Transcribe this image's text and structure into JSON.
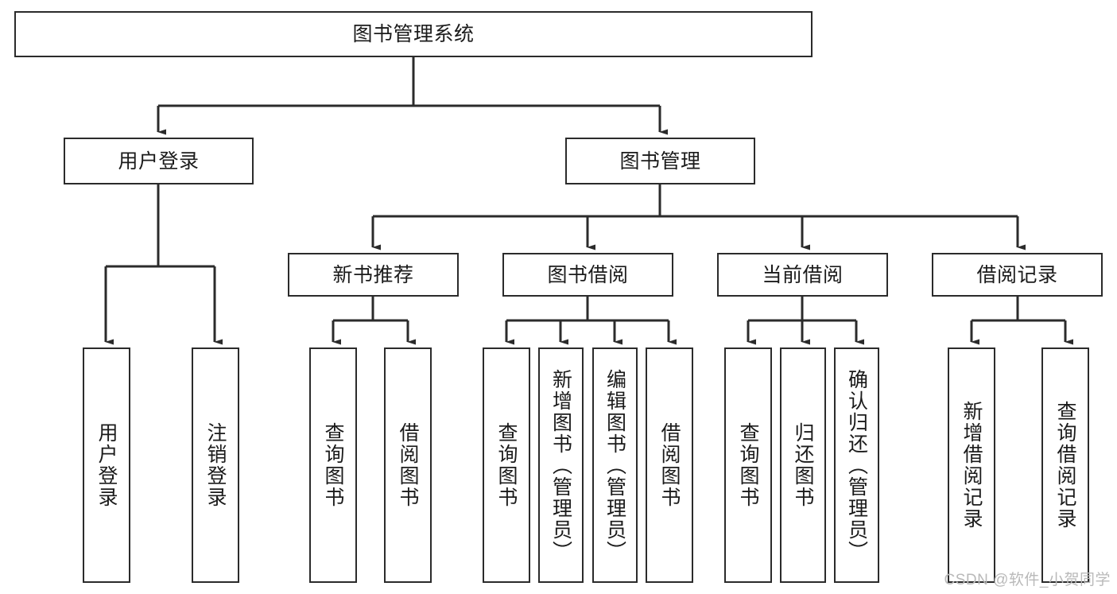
{
  "diagram": {
    "title": "图书管理系统",
    "watermark": "CSDN @软件_小贺同学",
    "colors": {
      "stroke": "#2b2b2b",
      "background": "#ffffff",
      "text": "#1b1b1b",
      "watermark": "#b9b9b9"
    },
    "root": {
      "label": "图书管理系统"
    },
    "level1": [
      {
        "label": "用户登录"
      },
      {
        "label": "图书管理"
      }
    ],
    "level2": [
      {
        "label": "新书推荐"
      },
      {
        "label": "图书借阅"
      },
      {
        "label": "当前借阅"
      },
      {
        "label": "借阅记录"
      }
    ],
    "leaves": {
      "user_login": [
        {
          "label": "用户登录"
        },
        {
          "label": "注销登录"
        }
      ],
      "new_book_recommend": [
        {
          "label": "查询图书"
        },
        {
          "label": "借阅图书"
        }
      ],
      "book_borrow": [
        {
          "label": "查询图书"
        },
        {
          "label": "新增图书（管理员）"
        },
        {
          "label": "编辑图书（管理员）"
        },
        {
          "label": "借阅图书"
        }
      ],
      "current_borrow": [
        {
          "label": "查询图书"
        },
        {
          "label": "归还图书"
        },
        {
          "label": "确认归还（管理员）"
        }
      ],
      "borrow_record": [
        {
          "label": "新增借阅记录"
        },
        {
          "label": "查询借阅记录"
        }
      ]
    }
  }
}
